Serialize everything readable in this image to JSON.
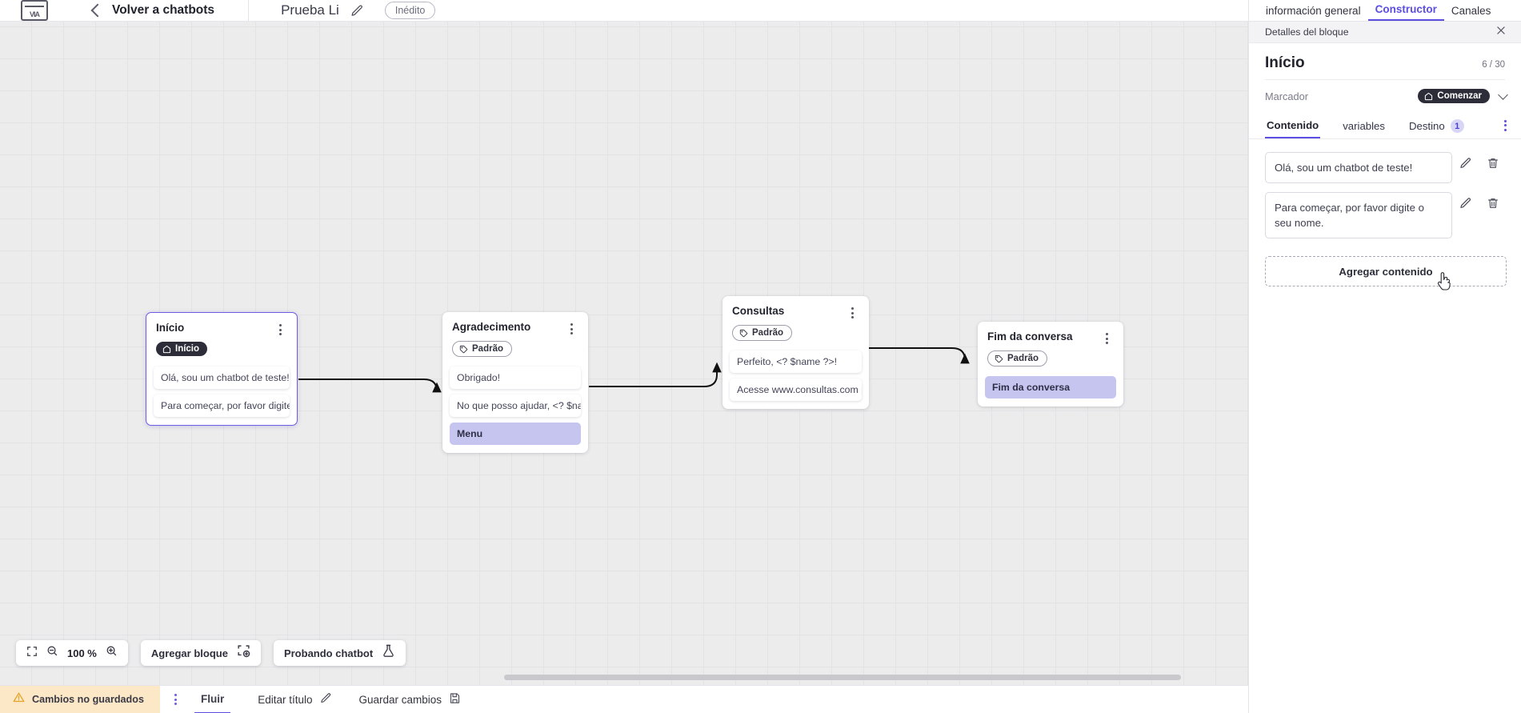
{
  "topbar": {
    "logo_text": "VIA",
    "logo_icon": "via-logo-icon",
    "back_label": "Volver a chatbots",
    "back_icon": "chevron-left-icon",
    "flow_title": "Prueba Li",
    "edit_icon": "pencil-icon",
    "status_pill": "Inédito"
  },
  "canvas": {
    "zoom_level": "100 %",
    "fit_icon": "fit-screen-icon",
    "zoom_out_icon": "zoom-out-icon",
    "zoom_in_icon": "zoom-in-icon",
    "add_block_label": "Agregar bloque",
    "add_block_icon": "add-block-icon",
    "test_chatbot_label": "Probando chatbot",
    "test_chatbot_icon": "flask-icon",
    "nodes": [
      {
        "id": "inicio",
        "title": "Início",
        "badge": {
          "label": "Início",
          "icon": "home-icon",
          "style": "dark"
        },
        "selected": true,
        "messages": [
          {
            "text": "Olá, sou um chatbot de teste!",
            "style": "normal"
          },
          {
            "text": "Para começar, por favor digite o ...",
            "style": "normal"
          }
        ]
      },
      {
        "id": "agradecimento",
        "title": "Agradecimento",
        "badge": {
          "label": "Padrão",
          "icon": "tag-icon",
          "style": "light"
        },
        "selected": false,
        "messages": [
          {
            "text": "Obrigado!",
            "style": "normal"
          },
          {
            "text": "No que posso ajudar, <? $name ...",
            "style": "normal"
          },
          {
            "text": "Menu",
            "style": "menu"
          }
        ]
      },
      {
        "id": "consultas",
        "title": "Consultas",
        "badge": {
          "label": "Padrão",
          "icon": "tag-icon",
          "style": "light"
        },
        "selected": false,
        "messages": [
          {
            "text": "Perfeito, <? $name ?>!",
            "style": "normal"
          },
          {
            "text": "Acesse www.consultas.com par...",
            "style": "normal"
          }
        ]
      },
      {
        "id": "fim",
        "title": "Fim da conversa",
        "badge": {
          "label": "Padrão",
          "icon": "tag-icon",
          "style": "light"
        },
        "selected": false,
        "messages": [
          {
            "text": "Fim da conversa",
            "style": "endconv"
          }
        ]
      }
    ]
  },
  "bottombar": {
    "unsaved_label": "Cambios no guardados",
    "warning_icon": "warning-triangle-icon",
    "kebab_icon": "kebab-menu-icon",
    "tab_flow": "Fluir",
    "edit_title_label": "Editar título",
    "edit_title_icon": "pencil-icon",
    "save_label": "Guardar cambios",
    "save_icon": "save-disk-icon"
  },
  "right_panel": {
    "tabs": [
      {
        "label": "información general",
        "active": false
      },
      {
        "label": "Constructor",
        "active": true
      },
      {
        "label": "Canales",
        "active": false
      }
    ],
    "subheader": {
      "title": "Detalles del bloque",
      "close_icon": "close-icon"
    },
    "block_title": "Início",
    "block_counter": "6 / 30",
    "marker_label": "Marcador",
    "marker_value": "Comenzar",
    "marker_icon": "home-icon",
    "marker_chevron": "chevron-down-icon",
    "content_tabs": [
      {
        "label": "Contenido",
        "active": true,
        "badge": ""
      },
      {
        "label": "variables",
        "active": false,
        "badge": ""
      },
      {
        "label": "Destino",
        "active": false,
        "badge": "1"
      }
    ],
    "content_kebab_icon": "kebab-menu-icon",
    "contents": [
      {
        "text": "Olá, sou um chatbot de teste!",
        "edit_icon": "pencil-icon",
        "delete_icon": "trash-icon"
      },
      {
        "text": "Para começar, por favor digite o seu nome.",
        "edit_icon": "pencil-icon",
        "delete_icon": "trash-icon"
      }
    ],
    "add_content_label": "Agregar contenido"
  },
  "colors": {
    "accent": "#5b4ee0",
    "canvas_bg": "#ececed",
    "warning_bg": "#fce7c6",
    "node_highlight": "#c5c5f0"
  }
}
